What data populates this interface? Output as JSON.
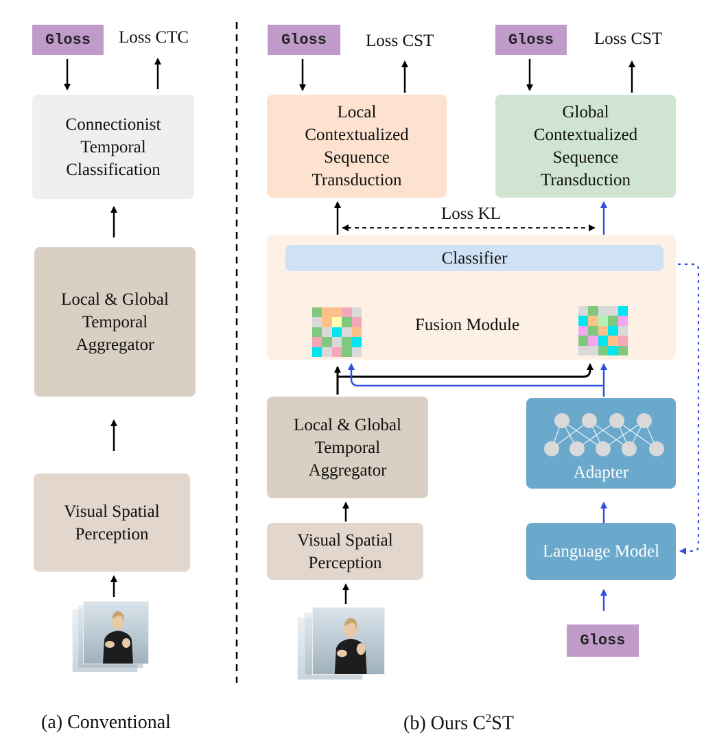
{
  "left_panel": {
    "gloss_tag": "Gloss",
    "loss_label": "Loss CTC",
    "ctc_box": "Connectionist\nTemporal\nClassification",
    "aggregator_box": "Local & Global\nTemporal\nAggregator",
    "perception_box": "Visual Spatial\nPerception",
    "caption": "(a) Conventional"
  },
  "right_panel": {
    "local_gloss_tag": "Gloss",
    "local_loss_label": "Loss CST",
    "global_gloss_tag": "Gloss",
    "global_loss_label": "Loss CST",
    "local_cst_box": "Local\nContextualized\nSequence\nTransduction",
    "global_cst_box": "Global\nContextualized\nSequence\nTransduction",
    "loss_kl_label": "Loss KL",
    "classifier_label": "Classifier",
    "fusion_label": "Fusion Module",
    "aggregator_box": "Local & Global\nTemporal\nAggregator",
    "perception_box": "Visual Spatial\nPerception",
    "adapter_label": "Adapter",
    "language_model_label": "Language Model",
    "bottom_gloss_tag": "Gloss",
    "caption_prefix": "(b) Ours C",
    "caption_superscript": "2",
    "caption_suffix": "ST"
  },
  "colors": {
    "gloss_tag": "#c09bc9",
    "ctc_box": "#efefef",
    "aggregator_box": "#d9cfc3",
    "perception_box": "#e2d6cd",
    "local_cst_box": "#fde3cf",
    "global_cst_box": "#cfe5d2",
    "fusion_module": "#fdf1e6",
    "classifier": "#cfe2f5",
    "adapter": "#6aa8cc",
    "language_model": "#6aa8cc",
    "blue_arrow": "#2f4fe0"
  }
}
